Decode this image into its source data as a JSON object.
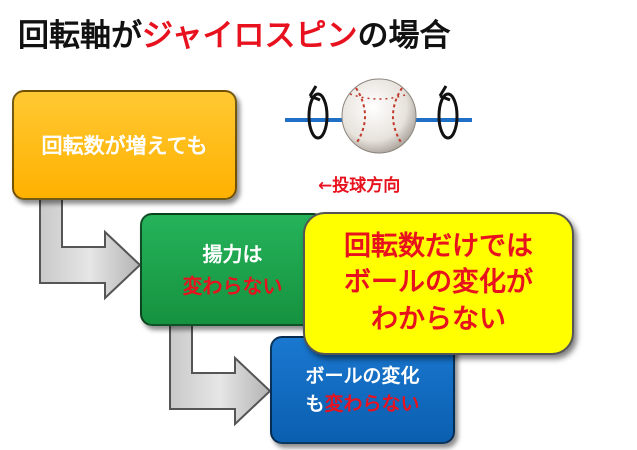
{
  "title": {
    "main": "回転軸が",
    "accent": "ジャイロスピン",
    "tail": "の場合"
  },
  "caption": "←投球方向",
  "steps": [
    {
      "line1": "回転数が増えても",
      "line2": ""
    },
    {
      "line1": "揚力は",
      "line2": "変わらない"
    },
    {
      "line1_prefix": "ボールの変化",
      "line2_prefix": "も",
      "line2_red": "変わらない"
    }
  ],
  "callout": {
    "line1": "回転数だけでは",
    "line2": "ボールの変化が",
    "line3": "わからない"
  },
  "colors": {
    "accent_red": "#e8121e",
    "box1": "#ffb100",
    "box2": "#16923f",
    "box3": "#0b5fb0",
    "callout": "#ffff00",
    "axis": "#1f6fc5"
  }
}
